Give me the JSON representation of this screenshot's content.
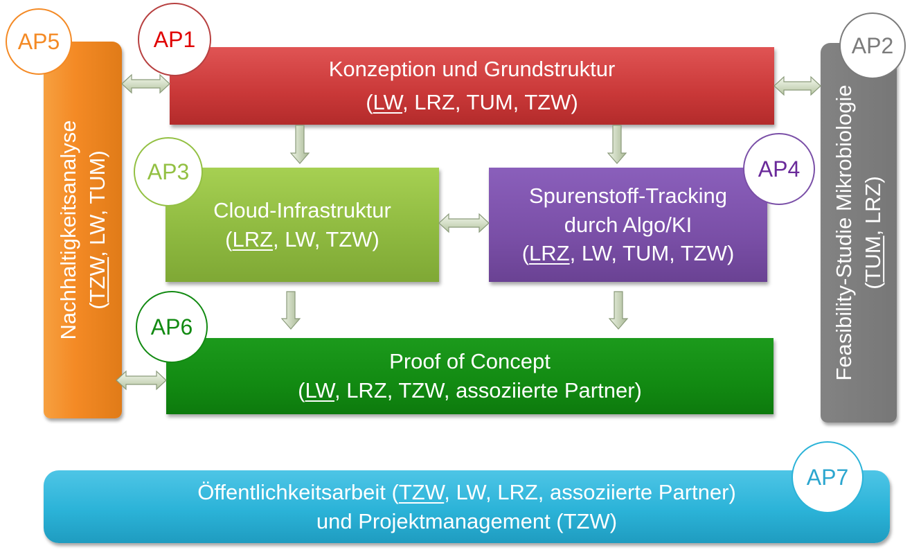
{
  "colors": {
    "ap1": "#d43b3b",
    "ap2": "#7b7b7b",
    "ap3": "#93c043",
    "ap4": "#7a4fa7",
    "ap5": "#f48a25",
    "ap6": "#128a12",
    "ap7": "#2bb3d8"
  },
  "work_packages": {
    "ap1": {
      "label": "AP1",
      "title": "Konzeption und Grundstruktur",
      "lead": "LW",
      "partners": ", LRZ, TUM, TZW)"
    },
    "ap2": {
      "label": "AP2",
      "title": "Feasibility-Studie Mikrobiologie",
      "lead": "TUM",
      "partners": ", LRZ)"
    },
    "ap3": {
      "label": "AP3",
      "title": "Cloud-Infrastruktur",
      "lead": "LRZ",
      "partners": ", LW, TZW)"
    },
    "ap4": {
      "label": "AP4",
      "title_line1": "Spurenstoff-Tracking",
      "title_line2": "durch Algo/KI",
      "lead": "LRZ",
      "partners": ", LW, TUM, TZW)"
    },
    "ap5": {
      "label": "AP5",
      "title": "Nachhaltigkeitsanalyse",
      "lead": "TZW",
      "partners": ", LW, TUM)"
    },
    "ap6": {
      "label": "AP6",
      "title": "Proof of Concept",
      "lead": "LW",
      "partners": ", LRZ, TZW, assoziierte Partner)"
    },
    "ap7": {
      "label": "AP7",
      "title_prefix": "Öffentlichkeitsarbeit (",
      "lead": "TZW",
      "partners": ", LW, LRZ, assoziierte Partner)",
      "line2": "und Projektmanagement (TZW)"
    }
  },
  "open_paren": "("
}
